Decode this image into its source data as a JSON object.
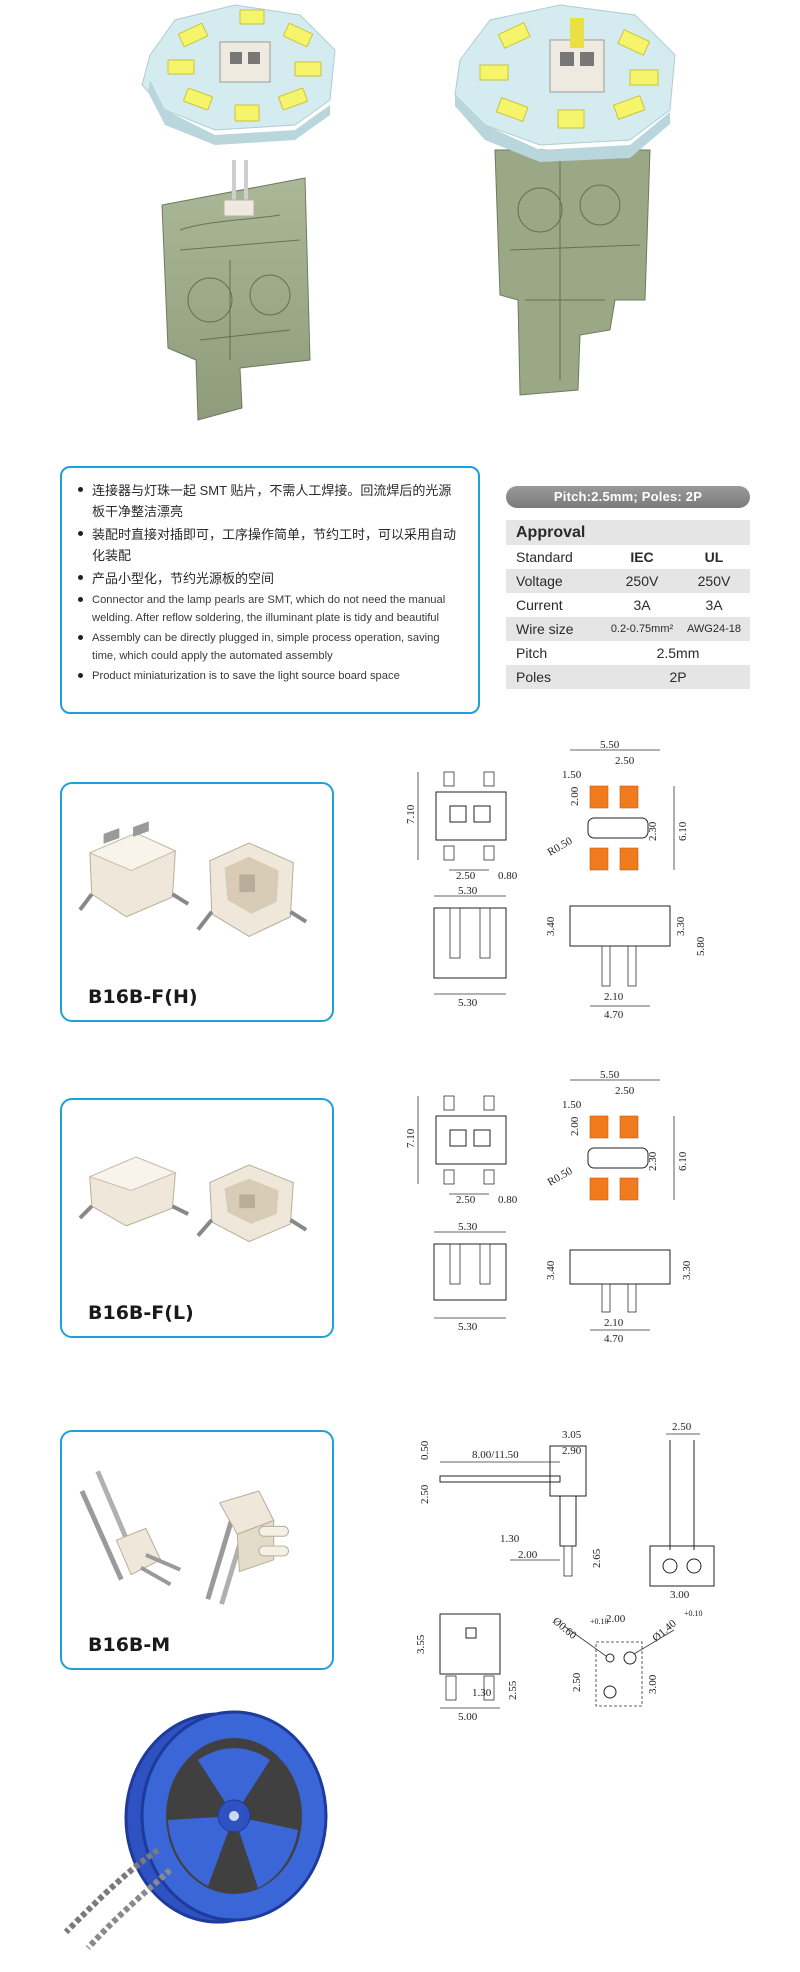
{
  "features": {
    "items": [
      {
        "lang": "zh",
        "text": "连接器与灯珠一起 SMT 贴片，不需人工焊接。回流焊后的光源板干净整洁漂亮"
      },
      {
        "lang": "zh",
        "text": "装配时直接对插即可，工序操作简单，节约工时，可以采用自动化装配"
      },
      {
        "lang": "zh",
        "text": "产品小型化，节约光源板的空间"
      },
      {
        "lang": "en",
        "text": "Connector and the lamp pearls are SMT, which do not need the manual welding. After reflow soldering, the illuminant plate is tidy and beautiful"
      },
      {
        "lang": "en",
        "text": "Assembly can be directly plugged in, simple process operation, saving time, which could apply the automated assembly"
      },
      {
        "lang": "en",
        "text": "Product miniaturization is to save the light source board space"
      }
    ]
  },
  "spec": {
    "pitch_bar": "Pitch:2.5mm;  Poles: 2P",
    "title": "Approval",
    "rows": {
      "standard": {
        "label": "Standard",
        "a": "IEC",
        "b": "UL"
      },
      "voltage": {
        "label": "Voltage",
        "a": "250V",
        "b": "250V"
      },
      "current": {
        "label": "Current",
        "a": "3A",
        "b": "3A"
      },
      "wire": {
        "label": "Wire size",
        "a": "0.2-0.75mm²",
        "b": "AWG24-18"
      },
      "pitch": {
        "label": "Pitch",
        "value": "2.5mm"
      },
      "poles": {
        "label": "Poles",
        "value": "2P"
      }
    }
  },
  "products": [
    {
      "name": "B16B-F(H)"
    },
    {
      "name": "B16B-F(L)"
    },
    {
      "name": "B16B-M"
    }
  ],
  "dims": {
    "fh": {
      "w710": "7.10",
      "p250": "2.50",
      "p080": "0.80",
      "t550": "5.50",
      "t150": "1.50",
      "t250": "2.50",
      "t200": "2.00",
      "t230": "2.30",
      "t610": "6.10",
      "r050": "R0.50",
      "b530a": "5.30",
      "b530b": "5.30",
      "h340": "3.40",
      "h330": "3.30",
      "h580": "5.80",
      "b210": "2.10",
      "b470": "4.70"
    },
    "fl": {
      "w710": "7.10",
      "p250": "2.50",
      "p080": "0.80",
      "t550": "5.50",
      "t150": "1.50",
      "t250": "2.50",
      "t200": "2.00",
      "t230": "2.30",
      "t610": "6.10",
      "r050": "R0.50",
      "b530a": "5.30",
      "b530b": "5.30",
      "h340": "3.40",
      "h330": "3.30",
      "b210": "2.10",
      "b470": "4.70"
    },
    "m": {
      "d050": "0.50",
      "d800": "8.00/11.50",
      "d305": "3.05",
      "d290": "2.90",
      "d250v": "2.50",
      "d130": "1.30",
      "d200": "2.00",
      "d265": "2.65",
      "s250": "2.50",
      "s300": "3.00",
      "b355": "3.55",
      "b255": "2.55",
      "b130": "1.30",
      "b500": "5.00",
      "h060": "Ø0.60",
      "h060tol": "+0.10",
      "h200": "2.00",
      "h140": "Ø1.40",
      "h140tol": "+0.10",
      "h250": "2.50",
      "h300": "3.00"
    }
  }
}
